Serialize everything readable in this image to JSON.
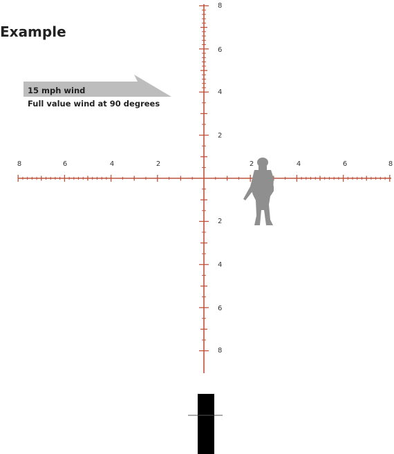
{
  "title": "Example",
  "wind": {
    "speed_label": "15 mph wind",
    "description": "Full value wind at 90 degrees",
    "arrow_color": "#bdbdbd"
  },
  "reticle": {
    "line_color": "#c0513a",
    "label_color": "#333333",
    "horizontal_labels_left": [
      "8",
      "6",
      "4",
      "2"
    ],
    "horizontal_labels_right": [
      "2",
      "4",
      "6",
      "8"
    ],
    "vertical_labels_up": [
      "8",
      "6",
      "4",
      "2"
    ],
    "vertical_labels_down": [
      "2",
      "4",
      "6",
      "8"
    ]
  },
  "target_silhouette": {
    "color": "#8f8f8f",
    "icon": "soldier-silhouette-icon"
  },
  "post_color": "#000000"
}
